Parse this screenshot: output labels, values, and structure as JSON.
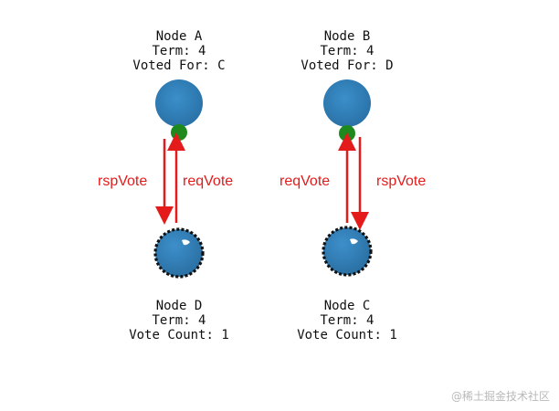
{
  "nodes": {
    "a": {
      "name": "Node A",
      "term": "Term: 4",
      "extra": "Voted For: C"
    },
    "b": {
      "name": "Node B",
      "term": "Term: 4",
      "extra": "Voted For: D"
    },
    "d": {
      "name": "Node D",
      "term": "Term: 4",
      "extra": "Vote Count: 1"
    },
    "c": {
      "name": "Node C",
      "term": "Term: 4",
      "extra": "Vote Count: 1"
    }
  },
  "arrows": {
    "left_down_label": "rspVote",
    "left_up_label": "reqVote",
    "right_up_label": "reqVote",
    "right_down_label": "rspVote"
  },
  "colors": {
    "node_fill": "#2f7fb8",
    "badge_fill": "#1e8a1e",
    "arrow": "#e41b1b"
  },
  "watermark": "@稀土掘金技术社区"
}
